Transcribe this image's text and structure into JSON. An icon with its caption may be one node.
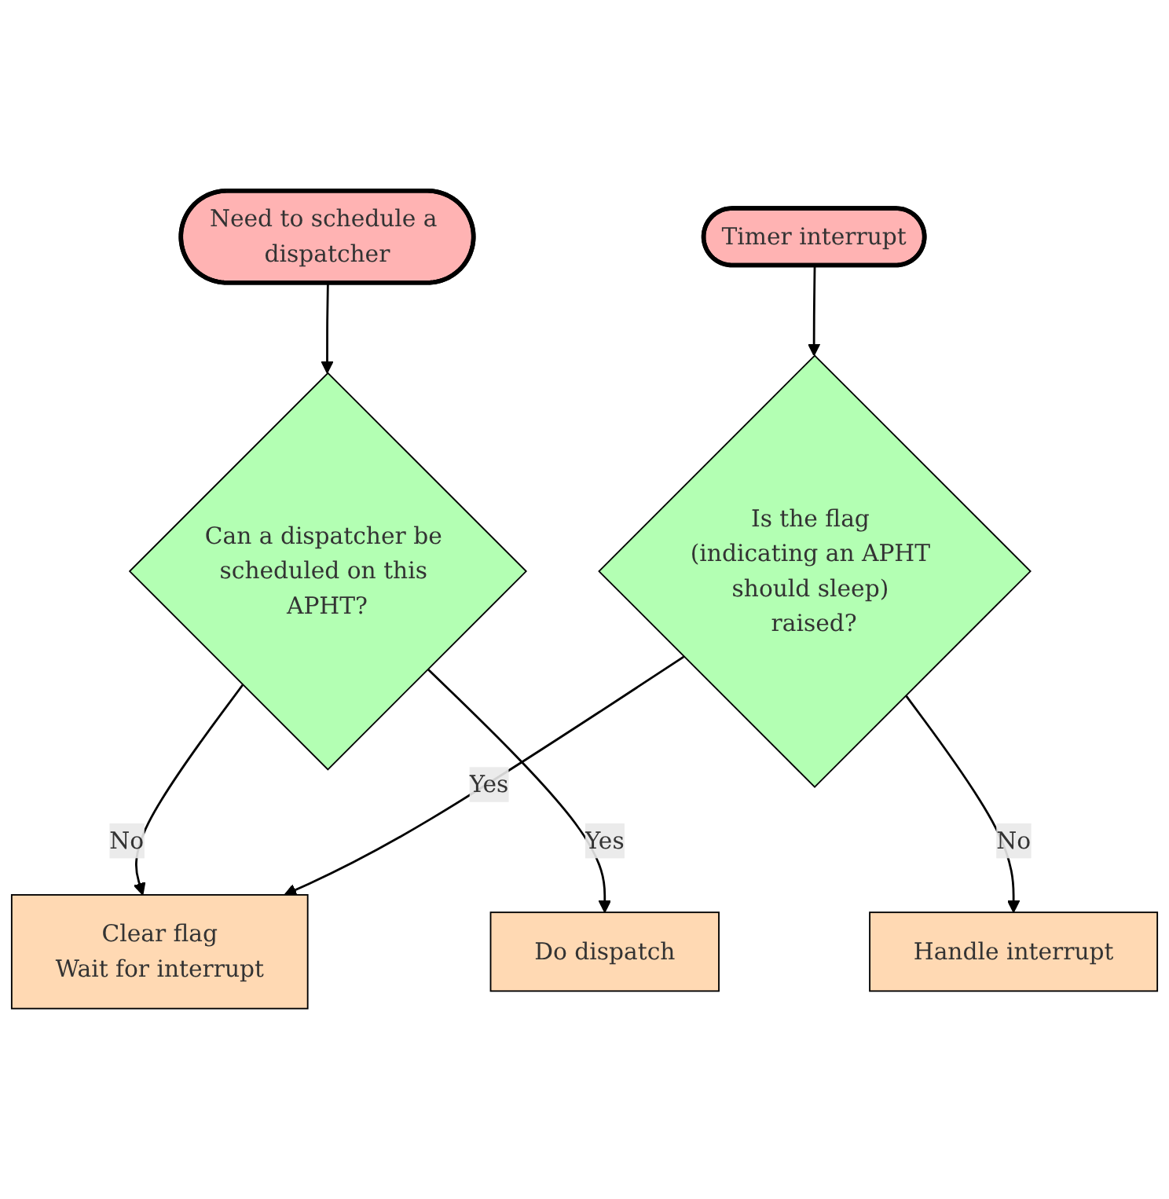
{
  "diagram": {
    "nodes": [
      {
        "text": [
          "Need to schedule a dispatcher"
        ]
      },
      {
        "text": [
          "Timer interrupt"
        ]
      },
      {
        "text": [
          "Can a dispatcher be scheduled on this APHT?"
        ]
      },
      {
        "text": [
          "Is the flag (indicating an APHT should sleep) raised?"
        ]
      },
      {
        "text": [
          "Do dispatch"
        ]
      },
      {
        "text": [
          "Handle interrupt"
        ]
      },
      {
        "text": [
          "Clear flag",
          "Wait for interrupt"
        ]
      }
    ],
    "edges": [
      {
        "from": 0,
        "to": 2,
        "arrow": "to"
      },
      {
        "from": 1,
        "to": 3,
        "arrow": "to"
      },
      {
        "from": 2,
        "to": 6,
        "label": "No",
        "arrow": "to"
      },
      {
        "from": 3,
        "to": 6,
        "label": "Yes",
        "arrow": "to"
      },
      {
        "from": 2,
        "to": 4,
        "label": "Yes",
        "arrow": "to"
      },
      {
        "from": 3,
        "to": 5,
        "label": "No",
        "arrow": "to"
      }
    ]
  }
}
